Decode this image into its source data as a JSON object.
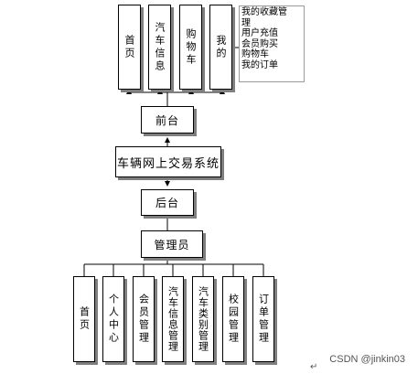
{
  "diagram": {
    "system": "车辆网上交易系统",
    "front": "前台",
    "back": "后台",
    "admin": "管理员",
    "front_modules": [
      "首页",
      "汽车信息",
      "购物车",
      "我的"
    ],
    "my_menu": [
      "我的收藏管",
      "理",
      "用户充值",
      "会员购买",
      "购物车",
      "我的订单"
    ],
    "admin_modules": [
      "首页",
      "个人中心",
      "会员管理",
      "汽车信息管理",
      "汽车类别管理",
      "校园管理",
      "订单管理"
    ]
  },
  "watermark": "CSDN @jinkin03",
  "colors": {
    "line": "#000000",
    "shadow": "#7f7f7f",
    "callout_border": "#9a9a9a"
  }
}
